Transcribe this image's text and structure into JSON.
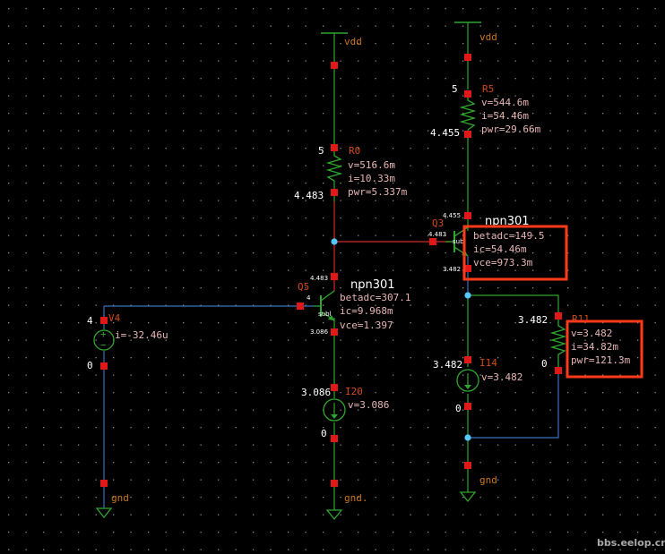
{
  "colors": {
    "background": "#000000",
    "wire_green": "#2fa62f",
    "wire_red": "#d02a2a",
    "wire_blue": "#3a6fc0",
    "pin": "#e01818",
    "net_label": "#c8761e",
    "inst_name": "#d04a1a",
    "device_text": "#ffffff",
    "annotation": "#e8b4b4",
    "symbol": "#2fa62f",
    "highlight": "#ff3a1a",
    "junction": "#56c8ff",
    "watermark": "#a8a8a8"
  },
  "nets": {
    "vdd_left": "vdd",
    "vdd_right": "vdd",
    "gnd_left_v4": "gnd",
    "gnd_mid": "gnd.",
    "gnd_right": "gnd"
  },
  "components": {
    "r0": {
      "name": "R0",
      "v": "v=516.6m",
      "i": "i=10.33m",
      "pwr": "pwr=5.337m",
      "top_node": "5",
      "bot_node": "4.483"
    },
    "r5": {
      "name": "R5",
      "v": "v=544.6m",
      "i": "i=54.46m",
      "pwr": "pwr=29.66m",
      "top_node": "5",
      "bot_node": "4.455"
    },
    "r11": {
      "name": "R11",
      "v": "v=3.482",
      "i": "i=34.82m",
      "pwr": "pwr=121.3m",
      "top_node": "3.482",
      "bot_node": "0"
    },
    "q5": {
      "name": "Q5",
      "model": "npn301",
      "betadc": "betadc=307.1",
      "ic": "ic=9.968m",
      "vce": "vce=1.397",
      "collector": "4.483",
      "base": "4",
      "emitter": "3.086",
      "subst": "subl"
    },
    "q3": {
      "name": "Q3",
      "model": "npn301",
      "betadc": "betadc=149.5",
      "ic": "ic=54.46m",
      "vce": "vce=973.3m",
      "collector": "4.455",
      "base": "4.483",
      "emitter": "3.482",
      "subst": "subl"
    },
    "v4": {
      "name": "V4",
      "i": "i=-32.46u",
      "top_node": "4",
      "bot_node": "0"
    },
    "i20": {
      "name": "I20",
      "v": "v=3.086",
      "top_node": "3.086",
      "bot_node": "0"
    },
    "i14": {
      "name": "I14",
      "v": "v=3.482",
      "top_node": "3.482",
      "bot_node": "0"
    }
  },
  "watermark": "bbs.eelop.cn"
}
